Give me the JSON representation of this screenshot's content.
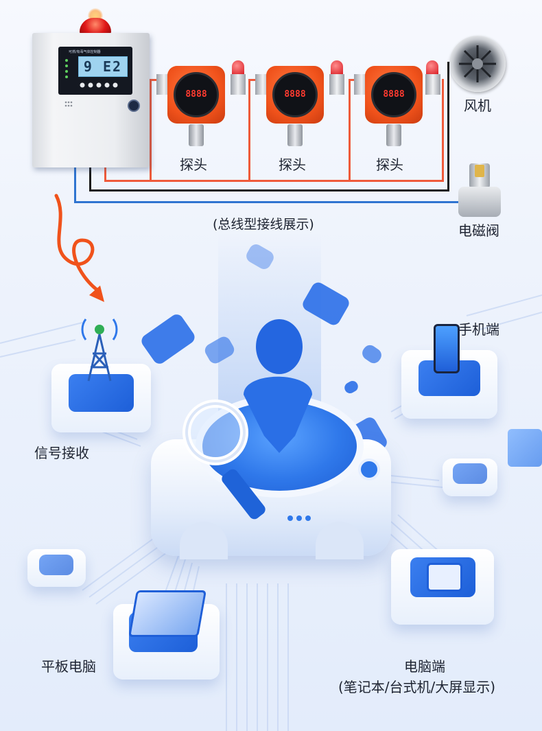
{
  "top": {
    "controller_screen_value": "9 E2",
    "controller_panel_title": "可燃/有毒气体控制器",
    "probe_display": "8888",
    "probe_label": "探头",
    "fan_label": "风机",
    "valve_label": "电磁阀",
    "caption": "(总线型接线展示)"
  },
  "bottom": {
    "signal_label": "信号接收",
    "phone_label": "手机端",
    "tablet_label": "平板电脑",
    "pc_label": "电脑端",
    "pc_sublabel": "(笔记本/台式机/大屏显示)"
  },
  "colors": {
    "accent_blue": "#2b6fe8",
    "probe_orange": "#f0521b",
    "bus_red": "#ef5a3a",
    "bus_black": "#1a1a1a",
    "bus_blue": "#2f74d0"
  }
}
